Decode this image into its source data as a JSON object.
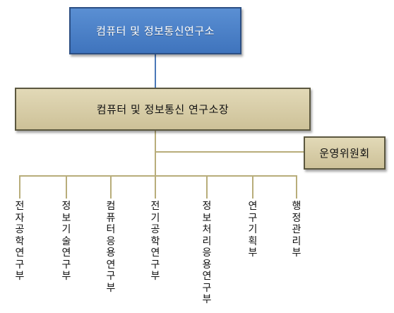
{
  "org": {
    "top": "컴퓨터 및 정보통신연구소",
    "director": "컴퓨터 및 정보통신 연구소장",
    "committee": "운영위원회",
    "departments": [
      "전자공학연구부",
      "정보기술연구부",
      "컴퓨터응용연구부",
      "전기공학연구부",
      "정보처리응용연구부",
      "연구기획부",
      "행정관리부"
    ]
  },
  "colors": {
    "top_box": "#4f84c9",
    "box_tan": "#d9cfaa",
    "connector_top": "#4a78b7",
    "connector_tan": "#b8ad7a"
  }
}
